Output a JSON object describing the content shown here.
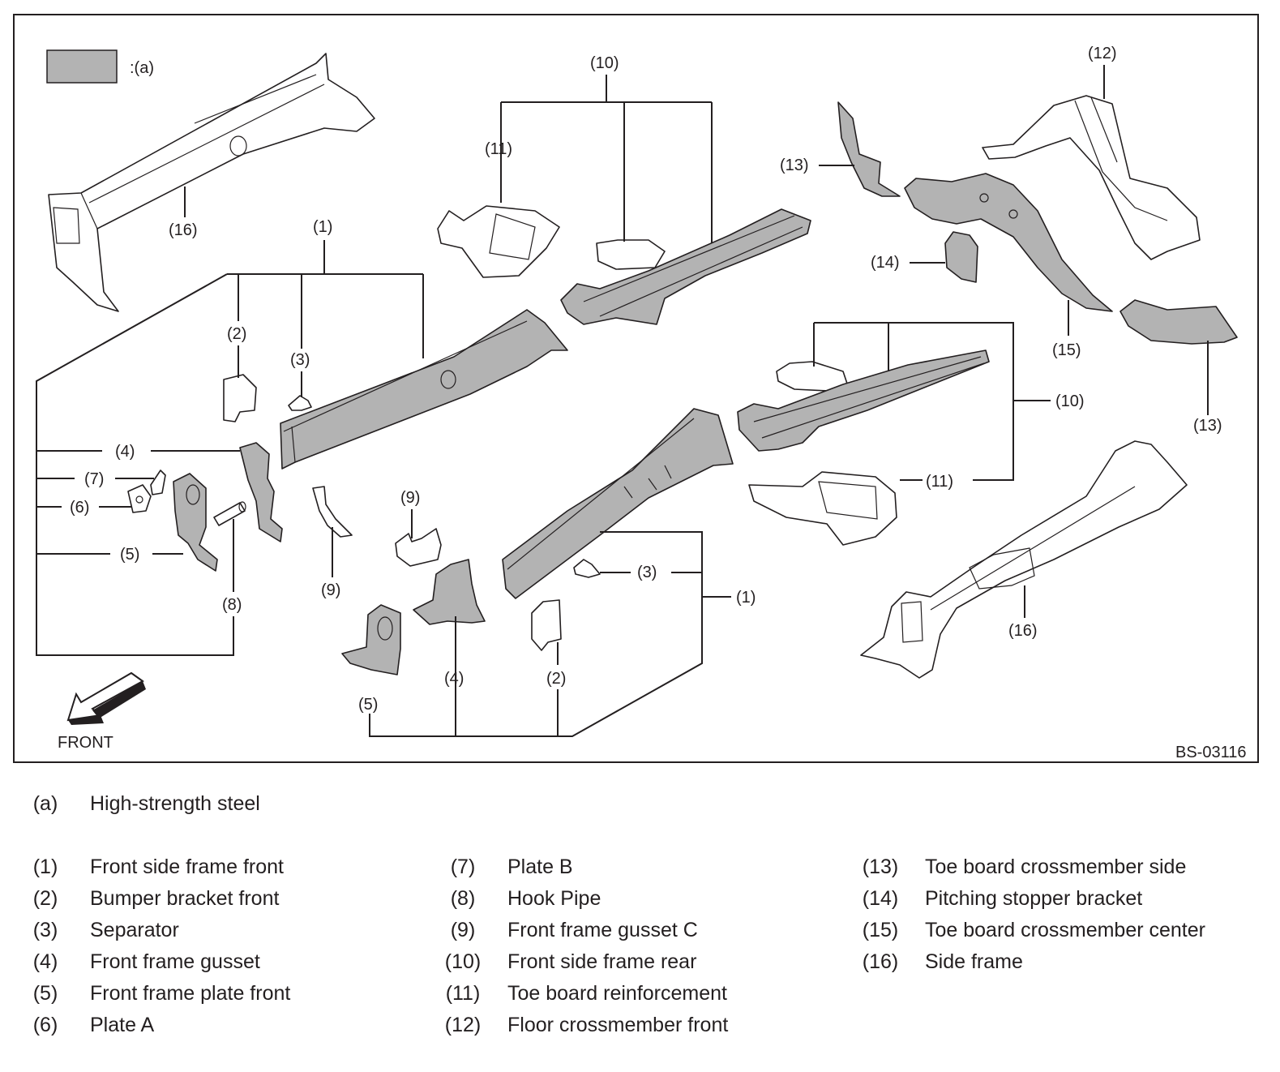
{
  "figure": {
    "code": "BS-03116",
    "front_label": "FRONT",
    "key_label": ":(a)",
    "colors": {
      "high_strength": "#b3b3b3",
      "line": "#231f20",
      "background": "#ffffff"
    },
    "callouts": {
      "c1a": "(1)",
      "c1b": "(1)",
      "c2a": "(2)",
      "c2b": "(2)",
      "c3a": "(3)",
      "c3b": "(3)",
      "c4a": "(4)",
      "c4b": "(4)",
      "c5a": "(5)",
      "c5b": "(5)",
      "c6": "(6)",
      "c7": "(7)",
      "c8": "(8)",
      "c9a": "(9)",
      "c9b": "(9)",
      "c10a": "(10)",
      "c10b": "(10)",
      "c11a": "(11)",
      "c11b": "(11)",
      "c12": "(12)",
      "c13a": "(13)",
      "c13b": "(13)",
      "c14": "(14)",
      "c15": "(15)",
      "c16a": "(16)",
      "c16b": "(16)"
    }
  },
  "legend": {
    "key": {
      "num": "(a)",
      "text": "High-strength steel"
    },
    "col1": [
      {
        "num": "(1)",
        "text": "Front side frame front"
      },
      {
        "num": "(2)",
        "text": "Bumper bracket front"
      },
      {
        "num": "(3)",
        "text": "Separator"
      },
      {
        "num": "(4)",
        "text": "Front frame gusset"
      },
      {
        "num": "(5)",
        "text": "Front frame plate front"
      },
      {
        "num": "(6)",
        "text": "Plate A"
      }
    ],
    "col2": [
      {
        "num": "(7)",
        "text": "Plate B"
      },
      {
        "num": "(8)",
        "text": "Hook Pipe"
      },
      {
        "num": "(9)",
        "text": "Front frame gusset C"
      },
      {
        "num": "(10)",
        "text": "Front side frame rear"
      },
      {
        "num": "(11)",
        "text": "Toe board reinforcement"
      },
      {
        "num": "(12)",
        "text": "Floor crossmember front"
      }
    ],
    "col3": [
      {
        "num": "(13)",
        "text": "Toe board crossmember side"
      },
      {
        "num": "(14)",
        "text": "Pitching stopper bracket"
      },
      {
        "num": "(15)",
        "text": "Toe board crossmember center"
      },
      {
        "num": "(16)",
        "text": "Side frame"
      }
    ]
  }
}
